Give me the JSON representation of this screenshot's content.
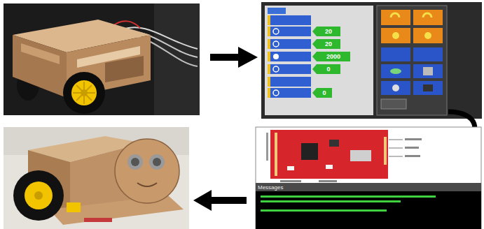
{
  "diagram": {
    "labels": [
      "20",
      "20",
      "2000",
      "0",
      "0",
      "Messages"
    ]
  }
}
